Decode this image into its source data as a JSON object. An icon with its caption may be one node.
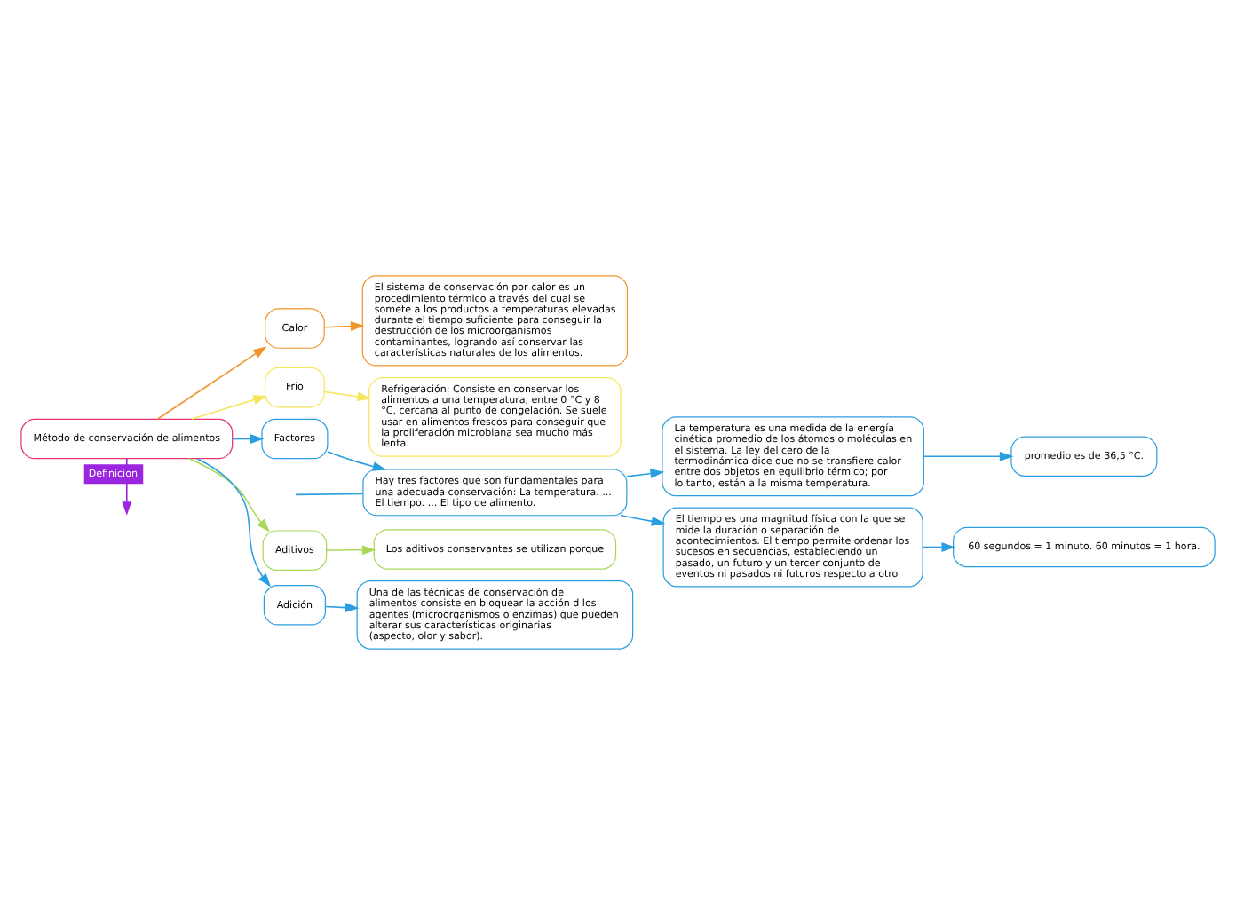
{
  "diagram": {
    "nodes": [
      {
        "text": [
          "Método de conservación de alimentos"
        ]
      },
      {
        "text": [
          "Factores"
        ]
      },
      {
        "text": [
          "Hay tres factores que son fundamentales para una adecuada conservación: La temperatura. ... El tiempo. ... El tipo de alimento."
        ]
      },
      {
        "text": [
          "La temperatura es una medida de la energía cinética promedio de los átomos o moléculas en el sistema. La ley del cero de la termodinámica dice que no se transfiere calor entre dos objetos en equilibrio térmico; por lo tanto, están a la misma temperatura."
        ]
      },
      {
        "text": [
          "promedio es de 36,5 °C."
        ]
      },
      {
        "text": [
          "El tiempo es una magnitud física con la que se mide la duración o separación de acontecimientos. El tiempo permite ordenar los sucesos en secuencias, estableciendo un pasado, un futuro y un tercer conjunto de eventos ni pasados ni futuros respecto a otro"
        ]
      },
      {
        "text": [
          "60 segundos = 1 minuto. 60 minutos = 1 hora."
        ]
      },
      {
        "text": [
          "Calor"
        ]
      },
      {
        "text": [
          "El sistema de conservación por calor es un procedimiento térmico a través del cual se somete a los productos a temperaturas elevadas durante el tiempo suficiente para conseguir la destrucción de los microorganismos contaminantes, logrando así conservar las características naturales de los alimentos."
        ]
      },
      {
        "text": [
          "Frio"
        ]
      },
      {
        "text": [
          "Refrigeración: Consiste en conservar los alimentos a una temperatura, entre 0 °C y 8 °C, cercana al punto de congelación. Se suele usar en alimentos frescos para conseguir que la proliferación microbiana sea mucho más lenta."
        ]
      },
      {
        "text": [
          "Aditivos"
        ]
      },
      {
        "text": [
          "Los aditivos conservantes se utilizan porque"
        ]
      },
      {
        "text": [
          "Adición"
        ]
      },
      {
        "text": [
          "Una de las técnicas de conservación de alimentos consiste en bloquear la acción d los agentes (microorganismos o enzimas) que pueden alterar sus características originarias (aspecto, olor y sabor)."
        ]
      }
    ],
    "edges": [
      {
        "from": 0,
        "to": 1,
        "arrow": "to"
      },
      {
        "from": 1,
        "to": 2,
        "arrow": "to"
      },
      {
        "from": 2,
        "to": 3,
        "arrow": "to"
      },
      {
        "from": 3,
        "to": 4,
        "arrow": "to"
      },
      {
        "from": 2,
        "to": 5,
        "arrow": "to"
      },
      {
        "from": 5,
        "to": 6,
        "arrow": "to"
      },
      {
        "from": 2,
        "to": null,
        "arrow": "none"
      },
      {
        "from": 0,
        "to": 7,
        "arrow": "to",
        "color": "#f0952a"
      },
      {
        "from": 7,
        "to": 8,
        "arrow": "to",
        "color": "#f0952a"
      },
      {
        "from": 0,
        "to": 9,
        "arrow": "to",
        "color": "#f5e65a"
      },
      {
        "from": 9,
        "to": 10,
        "arrow": "to",
        "color": "#f5e65a"
      },
      {
        "from": 0,
        "to": 11,
        "arrow": "to",
        "color": "#a8d85a"
      },
      {
        "from": 11,
        "to": 12,
        "arrow": "to",
        "color": "#a8d85a"
      },
      {
        "from": 0,
        "to": 13,
        "arrow": "to"
      },
      {
        "from": 13,
        "to": 14,
        "arrow": "to"
      },
      {
        "from": 0,
        "to": null,
        "arrow": "to",
        "label": "Definicion",
        "color": "#9b26e0"
      }
    ]
  }
}
